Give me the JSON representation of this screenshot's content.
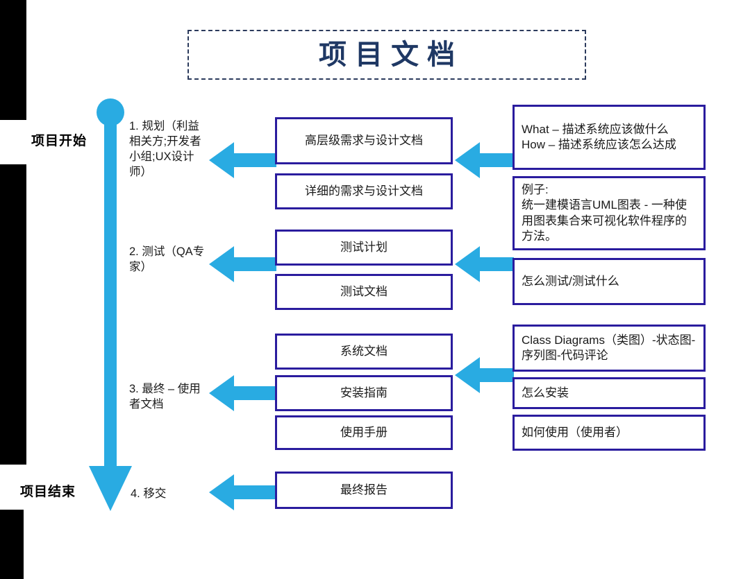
{
  "title": {
    "text": "项目文档",
    "border_style": "dashed",
    "border_color": "#2b3a5c",
    "text_color": "#1f3864"
  },
  "colors": {
    "accent_blue": "#29abe2",
    "box_border_navy": "#2a1c9e",
    "edge_strip": "#000000",
    "text": "#1a1a1a"
  },
  "timeline": {
    "start_label": "项目开始",
    "end_label": "项目结束",
    "phases": [
      {
        "id": "phase-1",
        "label": "1. 规划（利益相关方;开发者小组;UX设计师）"
      },
      {
        "id": "phase-2",
        "label": "2. 测试（QA专家）"
      },
      {
        "id": "phase-3",
        "label": "3. 最终 – 使用者文档"
      },
      {
        "id": "phase-4",
        "label": "4. 移交"
      }
    ]
  },
  "documents": [
    {
      "id": "doc-1",
      "label": "高层级需求与设计文档"
    },
    {
      "id": "doc-2",
      "label": "详细的需求与设计文档"
    },
    {
      "id": "doc-3",
      "label": "测试计划"
    },
    {
      "id": "doc-4",
      "label": "测试文档"
    },
    {
      "id": "doc-5",
      "label": "系统文档"
    },
    {
      "id": "doc-6",
      "label": "安装指南"
    },
    {
      "id": "doc-7",
      "label": "使用手册"
    },
    {
      "id": "doc-8",
      "label": "最终报告"
    }
  ],
  "descriptions": [
    {
      "id": "desc-1",
      "label": "What – 描述系统应该做什么\nHow – 描述系统应该怎么达成"
    },
    {
      "id": "desc-2",
      "label": "例子:\n统一建模语言UML图表 - 一种使用图表集合来可视化软件程序的方法。"
    },
    {
      "id": "desc-3",
      "label": "怎么测试/测试什么"
    },
    {
      "id": "desc-4",
      "label": "Class Diagrams（类图）-状态图-序列图-代码评论"
    },
    {
      "id": "desc-5",
      "label": "怎么安装"
    },
    {
      "id": "desc-6",
      "label": "如何使用（使用者）"
    }
  ]
}
